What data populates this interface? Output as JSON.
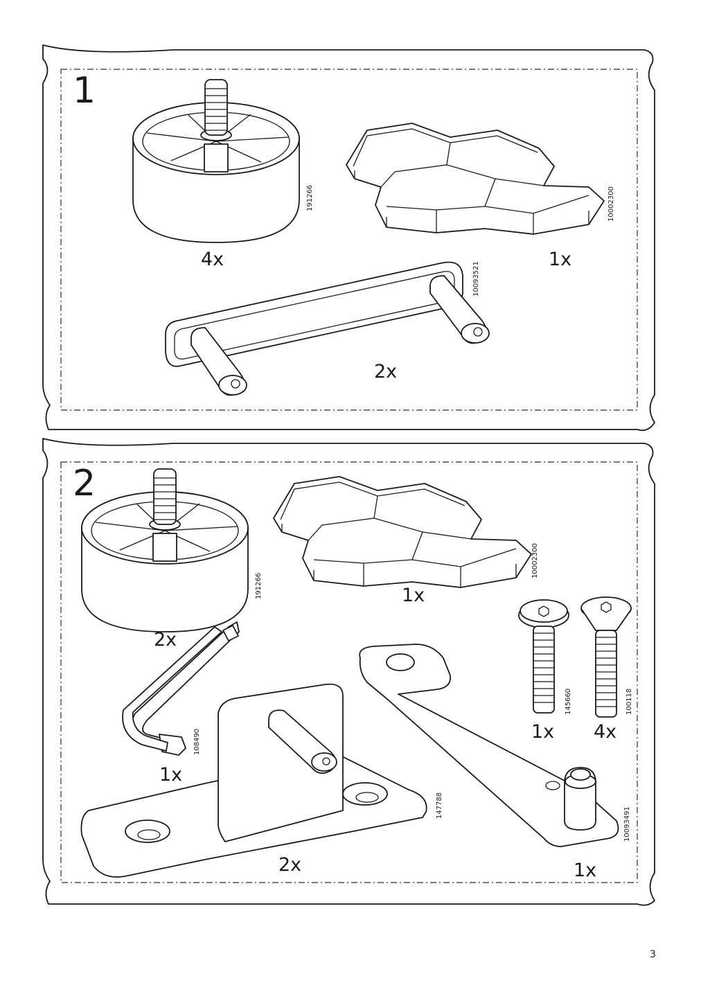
{
  "page_number": "3",
  "panel1": {
    "step": "1",
    "parts": [
      {
        "id": "foot",
        "code": "191266",
        "qty": "4x"
      },
      {
        "id": "hex-pad",
        "code": "10002300",
        "qty": "1x"
      },
      {
        "id": "connector-bar",
        "code": "10093521",
        "qty": "2x"
      }
    ]
  },
  "panel2": {
    "step": "2",
    "parts": [
      {
        "id": "foot",
        "code": "191266",
        "qty": "2x"
      },
      {
        "id": "hex-pad",
        "code": "10002300",
        "qty": "1x"
      },
      {
        "id": "allen-key",
        "code": "108490",
        "qty": "1x"
      },
      {
        "id": "l-bracket",
        "code": "147788",
        "qty": "2x"
      },
      {
        "id": "flat-bracket",
        "code": "10093491",
        "qty": "1x"
      },
      {
        "id": "screw-short",
        "code": "145660",
        "qty": "1x"
      },
      {
        "id": "screw-long",
        "code": "100118",
        "qty": "4x"
      }
    ]
  }
}
